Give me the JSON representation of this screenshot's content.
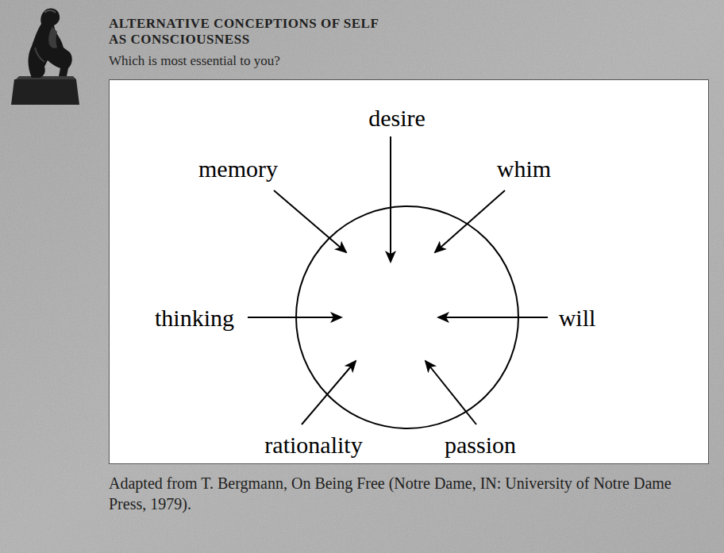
{
  "diagram": {
    "title": "ALTERNATIVE CONCEPTIONS OF SELF AS CONSCIOUSNESS",
    "caption": "Adapted from T. Bergmann, On Being Free (Notre Dame, IN: University of Notre Dame Press, 1979).",
    "labels": [
      "Which is most essential to you?",
      "desire",
      "memory",
      "whim",
      "thinking",
      "will",
      "rationality",
      "passion"
    ]
  }
}
